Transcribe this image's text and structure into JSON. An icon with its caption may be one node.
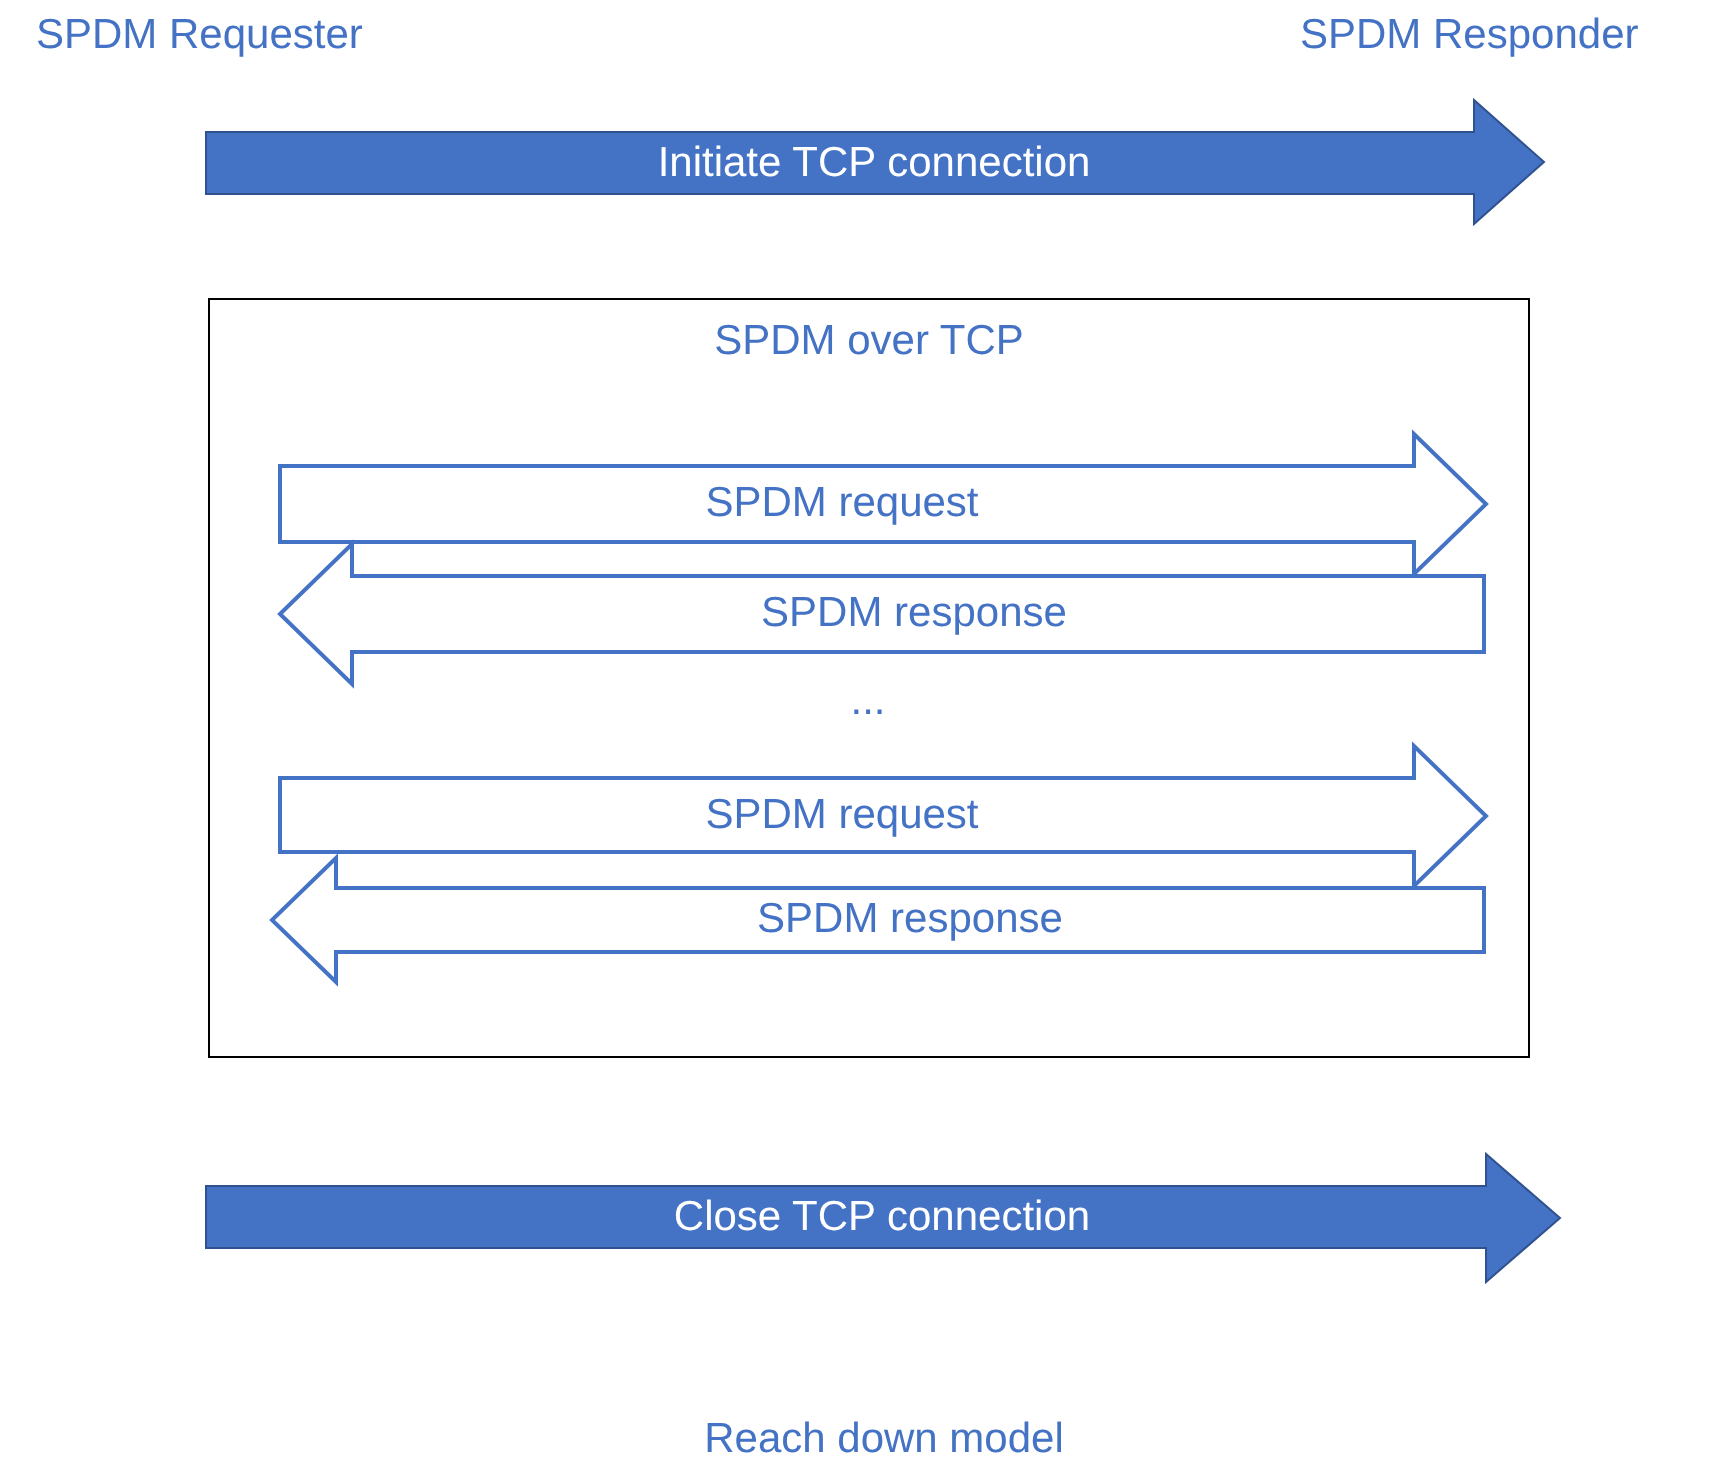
{
  "diagram": {
    "caption": "Reach down model",
    "nodes": [
      {
        "text": [
          "Initiate TCP connection"
        ]
      },
      {
        "text": [
          "SPDM over TCP"
        ]
      },
      {
        "text": [
          "SPDM request"
        ],
        "in": 1
      },
      {
        "text": [
          "SPDM response"
        ],
        "in": 1
      },
      {
        "text": [
          "SPDM request"
        ],
        "in": 1
      },
      {
        "text": [
          "SPDM response"
        ],
        "in": 1
      },
      {
        "text": [
          "Close TCP connection"
        ]
      }
    ],
    "edges": [],
    "labels": [
      "SPDM Requester",
      "SPDM Responder",
      "..."
    ]
  }
}
